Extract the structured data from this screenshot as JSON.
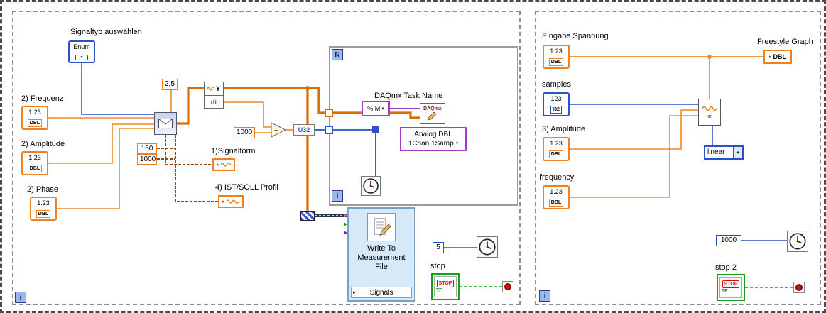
{
  "icons": {
    "dropdown": "▾",
    "arrow_right": "▸",
    "divide": "÷",
    "lines": "≡"
  },
  "left": {
    "while_iter": "i",
    "signaltyp_label": "Signaltyp auswählen",
    "enum_text": "Enum",
    "frequenz_label": "2) Frequenz",
    "amplitude_label": "2) Amplitude",
    "phase_label": "2) Phase",
    "dbl_value": "1.23",
    "dbl_type": "DBL",
    "const_25": "2,5",
    "const_150": "150",
    "const_1000_cluster": "1000",
    "const_1000_div": "1000",
    "ydt_y": "Y",
    "ydt_dt": "dt",
    "u32_text": "U32",
    "signalform_label": "1)Signalform",
    "istsoll_label": "4) IST/SOLL Profil",
    "for_count": "N",
    "for_iter": "i",
    "daq_task_label": "DAQmx Task Name",
    "daq_const_text": "% M",
    "daq_node_text": "DAQmx",
    "selector_line1": "Analog DBL",
    "selector_line2": "1Chan 1Samp",
    "write_line1": "Write To",
    "write_line2": "Measurement",
    "write_line3": "File",
    "signals_row_label": "Signals",
    "const_5": "5",
    "stop_label": "stop",
    "stop_button_text": "STOP",
    "stop_type": "TF"
  },
  "right": {
    "while_iter": "i",
    "eingabe_label": "Eingabe Spannung",
    "samples_label": "samples",
    "amplitude_label": "3) Amplitude",
    "frequency_label": "frequency",
    "freestyle_label": "Freestyle Graph",
    "freestyle_type": "DBL",
    "dbl_value": "1.23",
    "dbl_type": "DBL",
    "i32_value": "123",
    "i32_type": "I32",
    "linear_text": "linear",
    "const_1000": "1000",
    "stop2_label": "stop 2",
    "stop_button_text": "STOP",
    "stop_type": "TF"
  }
}
